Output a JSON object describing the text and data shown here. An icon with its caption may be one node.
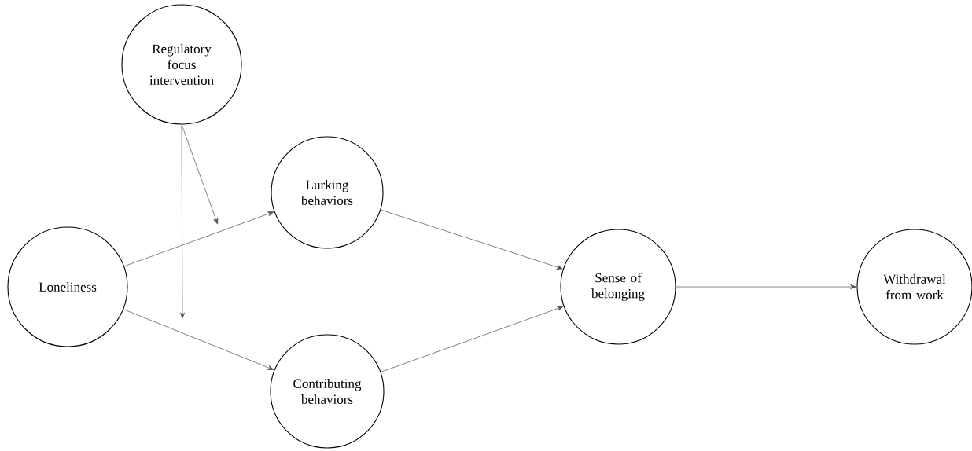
{
  "diagram": {
    "nodes": [
      {
        "text": [
          "Regulatory focus intervention"
        ]
      },
      {
        "text": [
          "Lurking behaviors"
        ]
      },
      {
        "text": [
          "Loneliness"
        ]
      },
      {
        "text": [
          "Sense of belonging"
        ]
      },
      {
        "text": [
          "Withdrawal from work"
        ]
      },
      {
        "text": [
          "Contributing behaviors"
        ]
      }
    ],
    "edges": [
      {
        "from": 2,
        "to": 1,
        "arrow": "to"
      },
      {
        "from": 2,
        "to": 5,
        "arrow": "to"
      },
      {
        "from": 0,
        "to": null,
        "arrow": "to"
      },
      {
        "from": 0,
        "to": null,
        "arrow": "to"
      },
      {
        "from": 1,
        "to": 3,
        "arrow": "to"
      },
      {
        "from": 5,
        "to": 3,
        "arrow": "to"
      },
      {
        "from": 3,
        "to": 4,
        "arrow": "to"
      }
    ]
  }
}
